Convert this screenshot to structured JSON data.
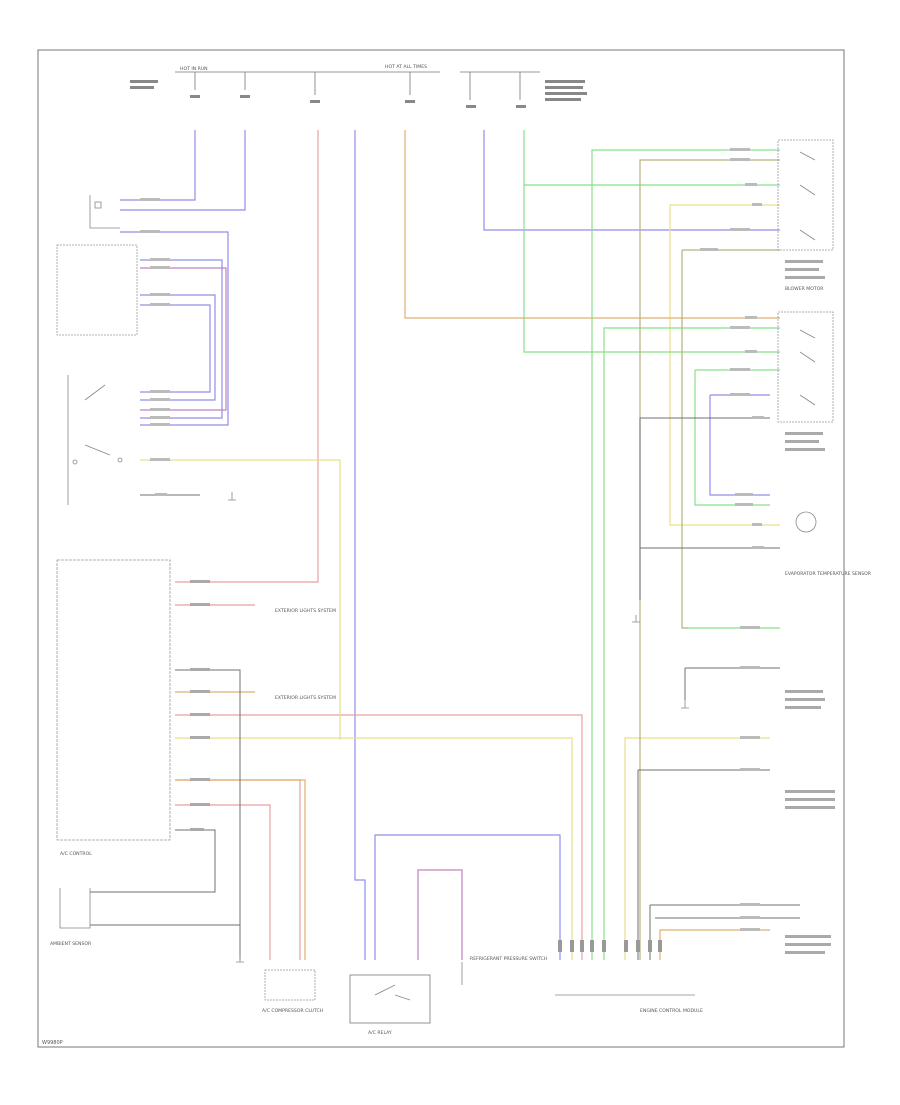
{
  "diagram": {
    "footer_code": "W9980P",
    "labels": {
      "hot_run": "HOT IN RUN",
      "hot_at_all_times": "HOT AT ALL TIMES",
      "ecu_title": "A/C CONTROL",
      "ac_comp_clutch": "A/C COMPRESSOR CLUTCH",
      "ac_relay": "A/C RELAY",
      "refrig_press_switch": "REFRIGERANT PRESSURE SWITCH",
      "engine_control_module": "ENGINE CONTROL MODULE",
      "blower_motor": "BLOWER MOTOR",
      "ambient_sensor": "AMBIENT SENSOR",
      "evap_sensor": "EVAPORATOR TEMPERATURE SENSOR",
      "exterior_lights_1": "EXTERIOR LIGHTS SYSTEM",
      "exterior_lights_2": "EXTERIOR LIGHTS SYSTEM"
    },
    "colors": {
      "red": "#e8a0a0",
      "blue": "#9090e8",
      "green": "#88e088",
      "yellow": "#e8e088",
      "orange": "#e0b070",
      "purple": "#c080c0",
      "dark": "#707070",
      "pink": "#e8a8a8",
      "olive": "#b8b080"
    }
  }
}
